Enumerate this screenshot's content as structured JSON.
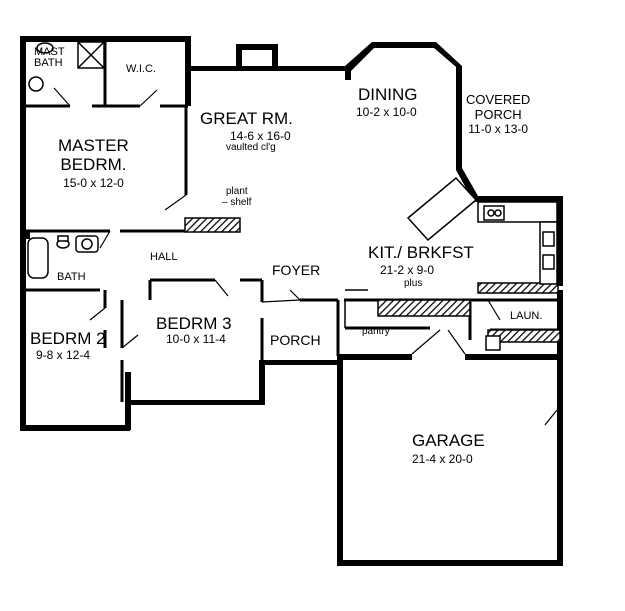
{
  "rooms": {
    "master_bath": {
      "name_line1": "MAST",
      "name_line2": "BATH"
    },
    "wic": {
      "name": "W.I.C."
    },
    "great_room": {
      "name": "GREAT RM.",
      "dims": "14-6 x 16-0",
      "note": "vaulted cl'g"
    },
    "dining": {
      "name": "DINING",
      "dims": "10-2 x 10-0"
    },
    "covered_porch": {
      "name_line1": "COVERED",
      "name_line2": "PORCH",
      "dims": "11-0 x 13-0"
    },
    "master_bedroom": {
      "name_line1": "MASTER",
      "name_line2": "BEDRM.",
      "dims": "15-0 x 12-0"
    },
    "plant_shelf": {
      "line1": "plant",
      "line2": "– shelf"
    },
    "hall": {
      "name": "HALL"
    },
    "bath": {
      "name": "BATH"
    },
    "foyer": {
      "name": "FOYER"
    },
    "kitchen": {
      "name": "KIT./ BRKFST",
      "dims": "21-2 x 9-0",
      "note": "plus"
    },
    "bedroom2": {
      "name": "BEDRM 2",
      "dims": "9-8 x 12-4"
    },
    "bedroom3": {
      "name": "BEDRM 3",
      "dims": "10-0 x 11-4"
    },
    "porch": {
      "name": "PORCH"
    },
    "pantry": {
      "name": "pantry"
    },
    "laundry": {
      "name": "LAUN."
    },
    "garage": {
      "name": "GARAGE",
      "dims": "21-4 x 20-0"
    }
  },
  "colors": {
    "wall": "#000000",
    "background": "#ffffff"
  }
}
